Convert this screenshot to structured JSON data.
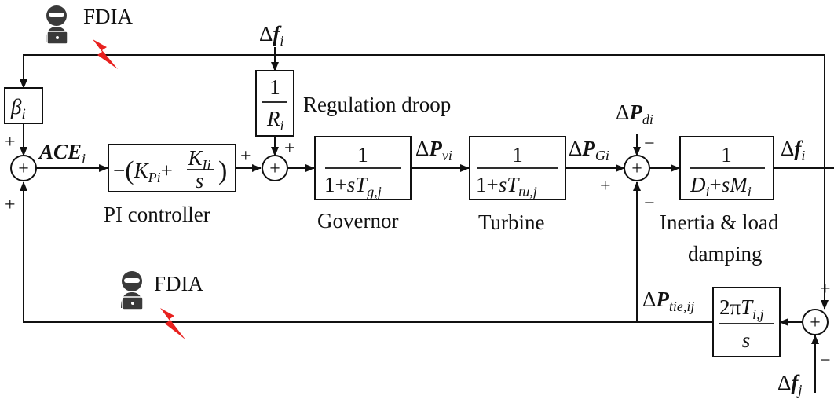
{
  "attack": {
    "top_label": "FDIA",
    "bottom_label": "FDIA",
    "icon_color": "#3a3a3a",
    "lightning_color": "#e8211f"
  },
  "signals": {
    "delta": "Δ",
    "f": "f",
    "sub_i": "i",
    "sub_j": "j",
    "P": "P",
    "sub_vi": "vi",
    "sub_Gi": "Gi",
    "sub_di": "di",
    "sub_tie": "tie,ij",
    "ace": "ACE",
    "ace_sub": "i"
  },
  "blocks": {
    "beta": {
      "symbol": "β",
      "sub": "i"
    },
    "droop": {
      "num": "1",
      "den_var": "R",
      "den_sub": "i",
      "label": "Regulation droop"
    },
    "pi": {
      "minus": "−",
      "paren_open": "(",
      "kp": "K",
      "kp_sub": "Pi",
      "plus": "+",
      "ki": "K",
      "ki_sub": "Ii",
      "s": "s",
      "paren_close": ")",
      "label": "PI controller"
    },
    "governor": {
      "num": "1",
      "den_pre": "1+",
      "den_s": "sT",
      "den_sub": "g,j",
      "label": "Governor"
    },
    "turbine": {
      "num": "1",
      "den_pre": "1+",
      "den_s": "sT",
      "den_sub": "tu,j",
      "label": "Turbine"
    },
    "inertia": {
      "num": "1",
      "D": "D",
      "D_sub": "i",
      "plus": "+",
      "sM": "sM",
      "M_sub": "i",
      "label_line1": "Inertia & load",
      "label_line2": "damping"
    },
    "tie": {
      "num_pre": "2π",
      "T": "T",
      "T_sub": "i,j",
      "den": "s"
    }
  },
  "signs": {
    "plus": "+",
    "minus": "−"
  }
}
